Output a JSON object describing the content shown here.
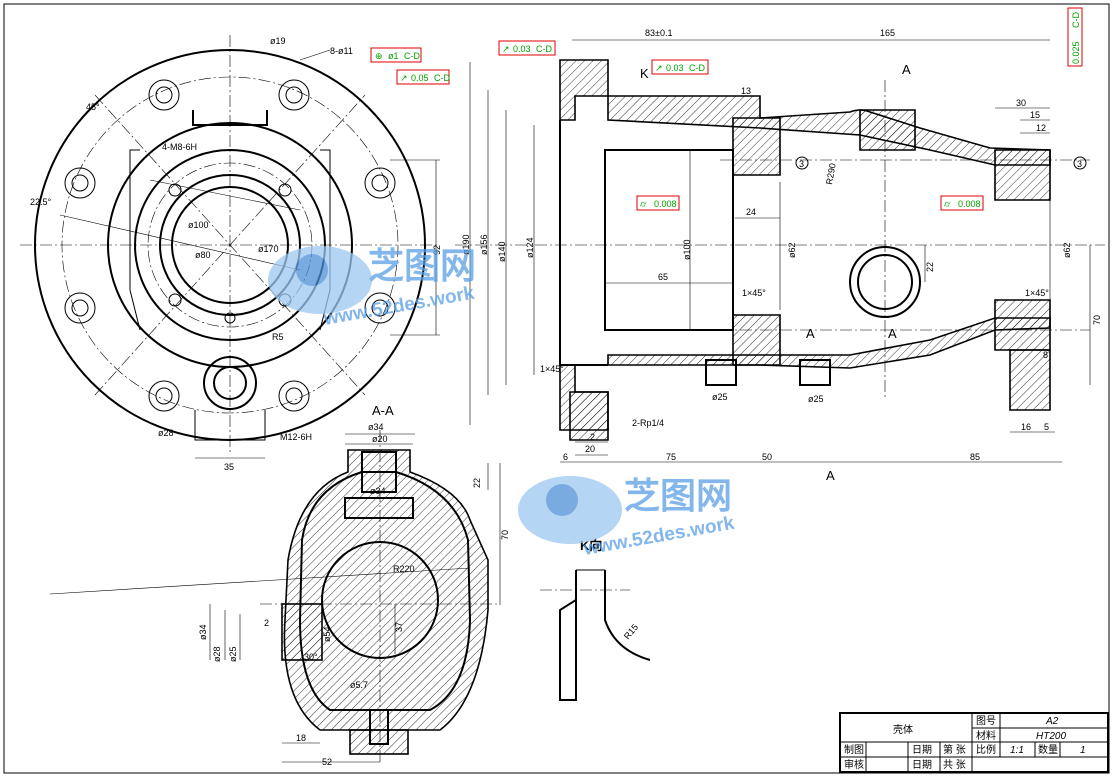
{
  "dimensions": {
    "d19": "ø19",
    "holes": "8-ø11",
    "angle45": "45°",
    "angle225": "22.5°",
    "thread_m8": "4-M8-6H",
    "d100": "ø100",
    "d80": "ø80",
    "d170": "ø170",
    "d190": "ø190",
    "d92": "92",
    "r5": "R5",
    "d28": "ø28",
    "thread_m12": "M12-6H",
    "d35": "35",
    "d83": "83±0.1",
    "d165": "165",
    "d13": "13",
    "d30": "30",
    "d15": "15",
    "d12": "12",
    "r290": "R290",
    "d24": "24",
    "d65": "65",
    "d22": "22",
    "d70": "70",
    "d100h": "ø100",
    "d124": "ø124",
    "d156": "ø156",
    "d140": "ø140",
    "d62": "ø62",
    "d62b": "ø62",
    "chamfer1": "1×45°",
    "chamfer2": "1×45°",
    "chamfer3": "1×45°",
    "d25a": "ø25",
    "d25b": "ø25",
    "rp": "2-Rp1/4",
    "d2": "2",
    "d20": "20",
    "d6": "6",
    "d75": "75",
    "d50": "50",
    "d85": "85",
    "d16": "16",
    "d5": "5",
    "d8": "8",
    "d34a": "ø34",
    "d20b": "ø20",
    "d22b": "22",
    "d34b": "ø34",
    "d70b": "70",
    "r220": "R220",
    "d37": "37",
    "d34c": "ø34",
    "d54": "ø54",
    "d57": "ø5.7",
    "d18": "18",
    "d52": "52",
    "d30deg": "30°",
    "d2b": "2",
    "r15": "R15",
    "d28h": "ø28",
    "d25h": "ø25"
  },
  "tolerances": {
    "pos": "ø1",
    "ref": "C-D",
    "ref2": "C-D",
    "ref3": "C-D",
    "ref4": "C-D",
    "ref5": "C-D",
    "v005": "0.05",
    "v003": "0.03",
    "v003b": "0.03",
    "v0025": "0.025",
    "v0008": "0.008",
    "v0008b": "0.008"
  },
  "labels": {
    "sectionA": "A-A",
    "viewK": "K向",
    "markK": "K",
    "markA1": "A",
    "markA2": "A",
    "markA3": "A",
    "markA4": "A",
    "datum": "3",
    "datum2": "3"
  },
  "title_block": {
    "part_name": "壳体",
    "drawing_no_label": "图号",
    "drawing_no": "A2",
    "material_label": "材料",
    "material": "HT200",
    "scale_label": "比例",
    "scale": "1:1",
    "qty_label": "数量",
    "qty": "1",
    "drawn": "制图",
    "checked": "审核",
    "date": "日期",
    "date2": "日期",
    "sheet": "第 张",
    "sheet2": "共 张"
  },
  "watermark": {
    "brand": "芝图网",
    "url": "www.52des.work"
  },
  "colors": {
    "tol_box": "#e00000",
    "tol_text": "#00a000",
    "watermark": "#5aa0e6"
  }
}
